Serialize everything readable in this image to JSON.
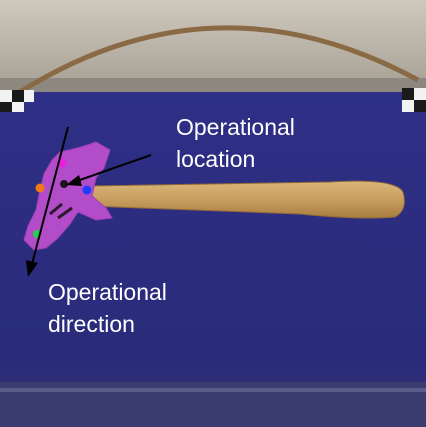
{
  "annotations": {
    "operational_location": [
      "Operational",
      "location"
    ],
    "operational_direction": [
      "Operational",
      "direction"
    ]
  },
  "colors": {
    "mat": "#2f2f82",
    "hammer_mask": "#b14bc8",
    "handle": "#c8a163",
    "arrow": "#000000",
    "label_text": "#ffffff",
    "keypoint_magenta": "#e81ee0",
    "keypoint_orange": "#f07a1a",
    "keypoint_blue": "#1f3cff",
    "keypoint_green": "#22d24a"
  }
}
